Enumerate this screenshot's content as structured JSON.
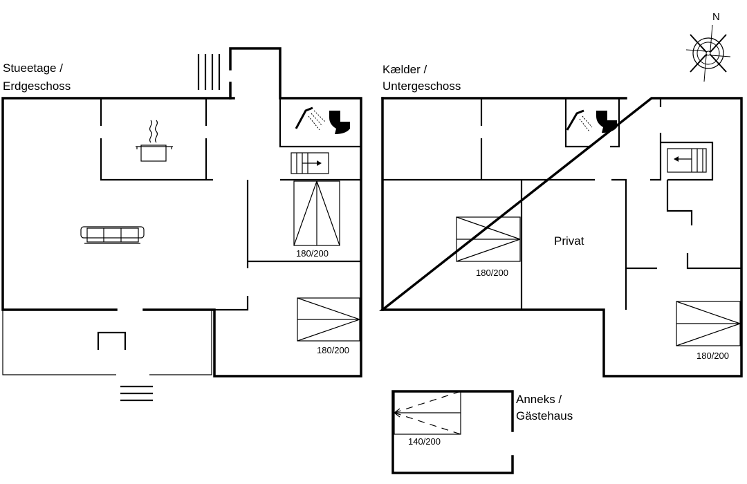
{
  "floors": {
    "ground": {
      "title_line1": "Stueetage /",
      "title_line2": "Erdgeschoss"
    },
    "basement": {
      "title_line1": "Kælder /",
      "title_line2": "Untergeschoss"
    },
    "annex": {
      "title_line1": "Anneks /",
      "title_line2": "Gästehaus"
    }
  },
  "beds": {
    "ground_bed_1": "180/200",
    "ground_bed_2": "180/200",
    "basement_bed_1": "180/200",
    "basement_bed_2": "180/200",
    "annex_bed": "140/200"
  },
  "rooms": {
    "private": "Privat"
  },
  "compass": {
    "north": "N"
  }
}
